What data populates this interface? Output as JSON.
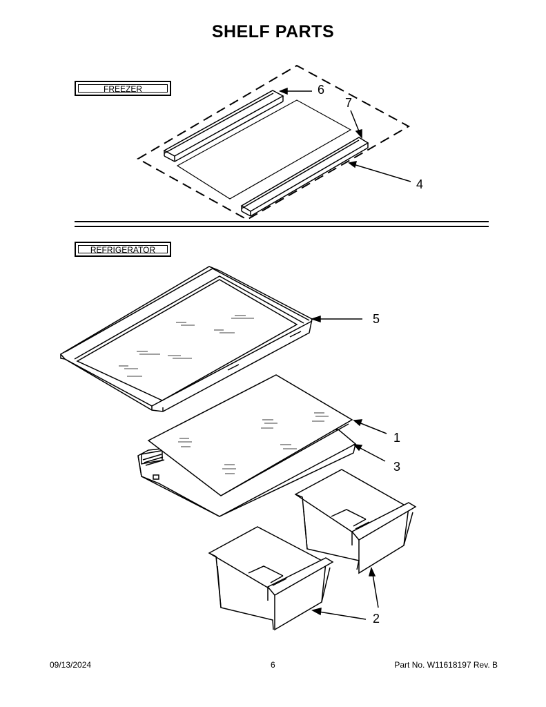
{
  "title": "SHELF PARTS",
  "sections": {
    "freezer": "FREEZER",
    "refrigerator": "REFRIGERATOR"
  },
  "callouts": {
    "c1": "1",
    "c2": "2",
    "c3": "3",
    "c4": "4",
    "c5": "5",
    "c6": "6",
    "c7": "7"
  },
  "footer": {
    "date": "09/13/2024",
    "page": "6",
    "part": "Part No.  W11618197  Rev.  B"
  }
}
